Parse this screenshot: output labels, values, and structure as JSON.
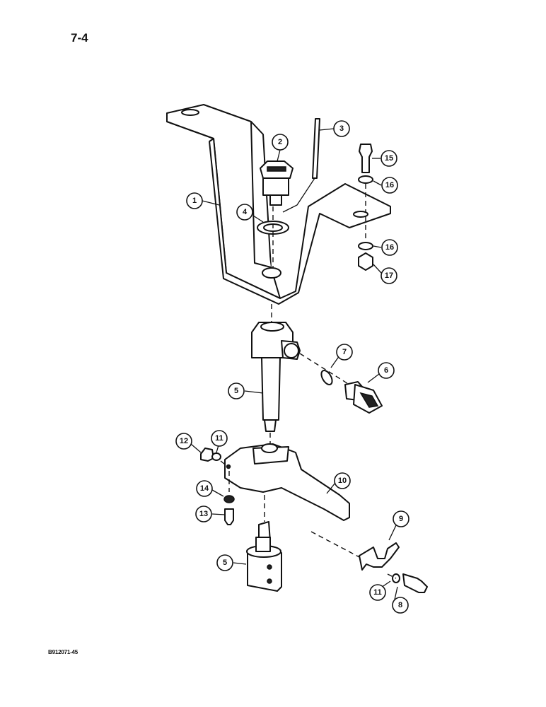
{
  "page": {
    "number": "7-4",
    "figure_code": "B912071-45"
  },
  "callouts": [
    {
      "id": "c1",
      "label": "1"
    },
    {
      "id": "c2",
      "label": "2"
    },
    {
      "id": "c3",
      "label": "3"
    },
    {
      "id": "c4",
      "label": "4"
    },
    {
      "id": "c5a",
      "label": "5"
    },
    {
      "id": "c5b",
      "label": "5"
    },
    {
      "id": "c6",
      "label": "6"
    },
    {
      "id": "c7",
      "label": "7"
    },
    {
      "id": "c8",
      "label": "8"
    },
    {
      "id": "c9",
      "label": "9"
    },
    {
      "id": "c10",
      "label": "10"
    },
    {
      "id": "c11a",
      "label": "11"
    },
    {
      "id": "c11b",
      "label": "11"
    },
    {
      "id": "c12",
      "label": "12"
    },
    {
      "id": "c13",
      "label": "13"
    },
    {
      "id": "c14",
      "label": "14"
    },
    {
      "id": "c15",
      "label": "15"
    },
    {
      "id": "c16a",
      "label": "16"
    },
    {
      "id": "c16b",
      "label": "16"
    },
    {
      "id": "c17",
      "label": "17"
    }
  ]
}
